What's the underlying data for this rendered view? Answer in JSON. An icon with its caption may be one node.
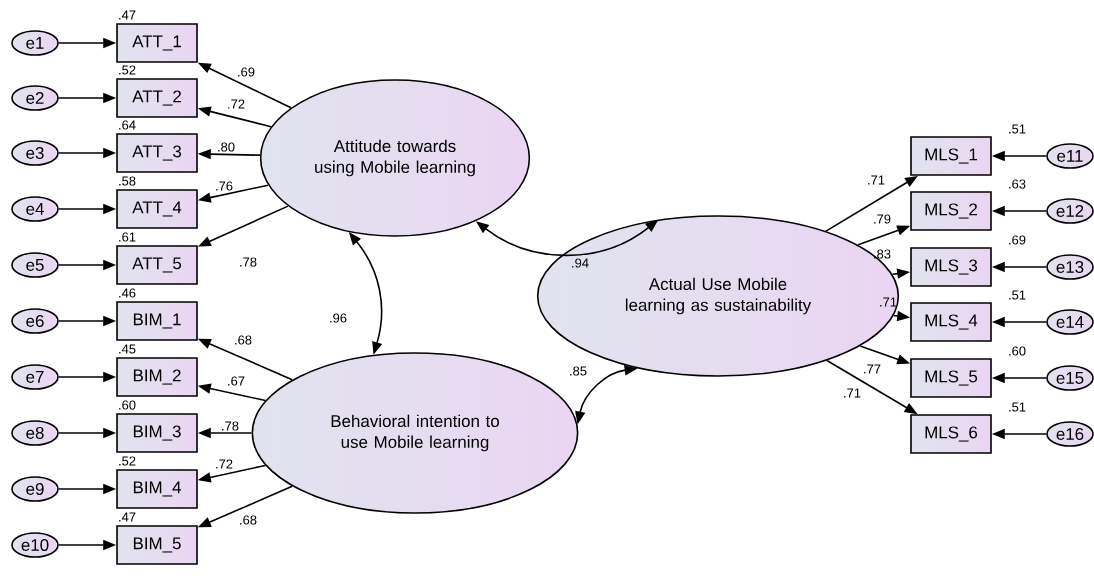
{
  "diagram": {
    "nodes": [
      {
        "text": [
          "ATT_1"
        ],
        "beside": [
          ".47"
        ]
      },
      {
        "text": [
          "ATT_2"
        ],
        "beside": [
          ".52"
        ]
      },
      {
        "text": [
          "ATT_3"
        ],
        "beside": [
          ".64"
        ]
      },
      {
        "text": [
          "ATT_4"
        ],
        "beside": [
          ".58"
        ]
      },
      {
        "text": [
          "ATT_5"
        ],
        "beside": [
          ".61"
        ]
      },
      {
        "text": [
          "BIM_1"
        ],
        "beside": [
          ".46"
        ]
      },
      {
        "text": [
          "BIM_2"
        ],
        "beside": [
          ".45"
        ]
      },
      {
        "text": [
          "BIM_3"
        ],
        "beside": [
          ".60"
        ]
      },
      {
        "text": [
          "BIM_4"
        ],
        "beside": [
          ".52"
        ]
      },
      {
        "text": [
          "BIM_5"
        ],
        "beside": [
          ".47"
        ]
      },
      {
        "text": [
          "Attitude towards using Mobile learning"
        ]
      },
      {
        "text": [
          "Behavioral intention to use Mobile learning"
        ]
      },
      {
        "text": [
          "Actual Use Mobile learning as sustainability"
        ]
      },
      {
        "text": [
          "MLS_1"
        ],
        "beside": [
          ".51"
        ]
      },
      {
        "text": [
          "MLS_2"
        ],
        "beside": [
          ".63"
        ]
      },
      {
        "text": [
          "MLS_3"
        ],
        "beside": [
          ".69"
        ]
      },
      {
        "text": [
          "MLS_4"
        ],
        "beside": [
          ".51"
        ]
      },
      {
        "text": [
          "MLS_5"
        ],
        "beside": [
          ".60"
        ]
      },
      {
        "text": [
          "MLS_6"
        ],
        "beside": [
          ".51"
        ]
      },
      {
        "text": [
          "e1"
        ]
      },
      {
        "text": [
          "e2"
        ]
      },
      {
        "text": [
          "e3"
        ]
      },
      {
        "text": [
          "e4"
        ]
      },
      {
        "text": [
          "e5"
        ]
      },
      {
        "text": [
          "e6"
        ]
      },
      {
        "text": [
          "e7"
        ]
      },
      {
        "text": [
          "e8"
        ]
      },
      {
        "text": [
          "e9"
        ]
      },
      {
        "text": [
          "e10"
        ]
      },
      {
        "text": [
          "e11"
        ]
      },
      {
        "text": [
          "e12"
        ]
      },
      {
        "text": [
          "e13"
        ]
      },
      {
        "text": [
          "e14"
        ]
      },
      {
        "text": [
          "e15"
        ]
      },
      {
        "text": [
          "e16"
        ]
      }
    ],
    "edges": [
      {
        "from": 10,
        "to": 0,
        "arrow": "to",
        "label": ".69"
      },
      {
        "from": 10,
        "to": 1,
        "arrow": "to",
        "label": ".72"
      },
      {
        "from": 10,
        "to": 2,
        "arrow": "to",
        "label": ".80"
      },
      {
        "from": 10,
        "to": 3,
        "arrow": "to",
        "label": ".76"
      },
      {
        "from": 10,
        "to": 4,
        "arrow": "to",
        "label": ".78"
      },
      {
        "from": 11,
        "to": 5,
        "arrow": "to",
        "label": ".68"
      },
      {
        "from": 11,
        "to": 6,
        "arrow": "to",
        "label": ".67"
      },
      {
        "from": 11,
        "to": 7,
        "arrow": "to",
        "label": ".78"
      },
      {
        "from": 11,
        "to": 8,
        "arrow": "to",
        "label": ".72"
      },
      {
        "from": 11,
        "to": 9,
        "arrow": "to",
        "label": ".68"
      },
      {
        "from": 12,
        "to": 13,
        "arrow": "to",
        "label": ".71"
      },
      {
        "from": 12,
        "to": 14,
        "arrow": "to",
        "label": ".79"
      },
      {
        "from": 12,
        "to": 15,
        "arrow": "to",
        "label": ".83"
      },
      {
        "from": 12,
        "to": 16,
        "arrow": "to",
        "label": ".71"
      },
      {
        "from": 12,
        "to": 17,
        "arrow": "to",
        "label": ".77"
      },
      {
        "from": 12,
        "to": 18,
        "arrow": "to",
        "label": ".71"
      },
      {
        "from": 10,
        "to": 11,
        "arrow": "both",
        "label": ".96"
      },
      {
        "from": 10,
        "to": 12,
        "arrow": "both",
        "label": ".94"
      },
      {
        "from": 11,
        "to": 12,
        "arrow": "both",
        "label": ".85"
      },
      {
        "from": 19,
        "to": 0,
        "arrow": "to"
      },
      {
        "from": 20,
        "to": 1,
        "arrow": "to"
      },
      {
        "from": 21,
        "to": 2,
        "arrow": "to"
      },
      {
        "from": 22,
        "to": 3,
        "arrow": "to"
      },
      {
        "from": 23,
        "to": 4,
        "arrow": "to"
      },
      {
        "from": 24,
        "to": 5,
        "arrow": "to"
      },
      {
        "from": 25,
        "to": 6,
        "arrow": "to"
      },
      {
        "from": 26,
        "to": 7,
        "arrow": "to"
      },
      {
        "from": 27,
        "to": 8,
        "arrow": "to"
      },
      {
        "from": 28,
        "to": 9,
        "arrow": "to"
      },
      {
        "from": 29,
        "to": 13,
        "arrow": "to"
      },
      {
        "from": 30,
        "to": 14,
        "arrow": "to"
      },
      {
        "from": 31,
        "to": 15,
        "arrow": "to"
      },
      {
        "from": 32,
        "to": 16,
        "arrow": "to"
      },
      {
        "from": 33,
        "to": 17,
        "arrow": "to"
      },
      {
        "from": 34,
        "to": 18,
        "arrow": "to"
      }
    ]
  }
}
